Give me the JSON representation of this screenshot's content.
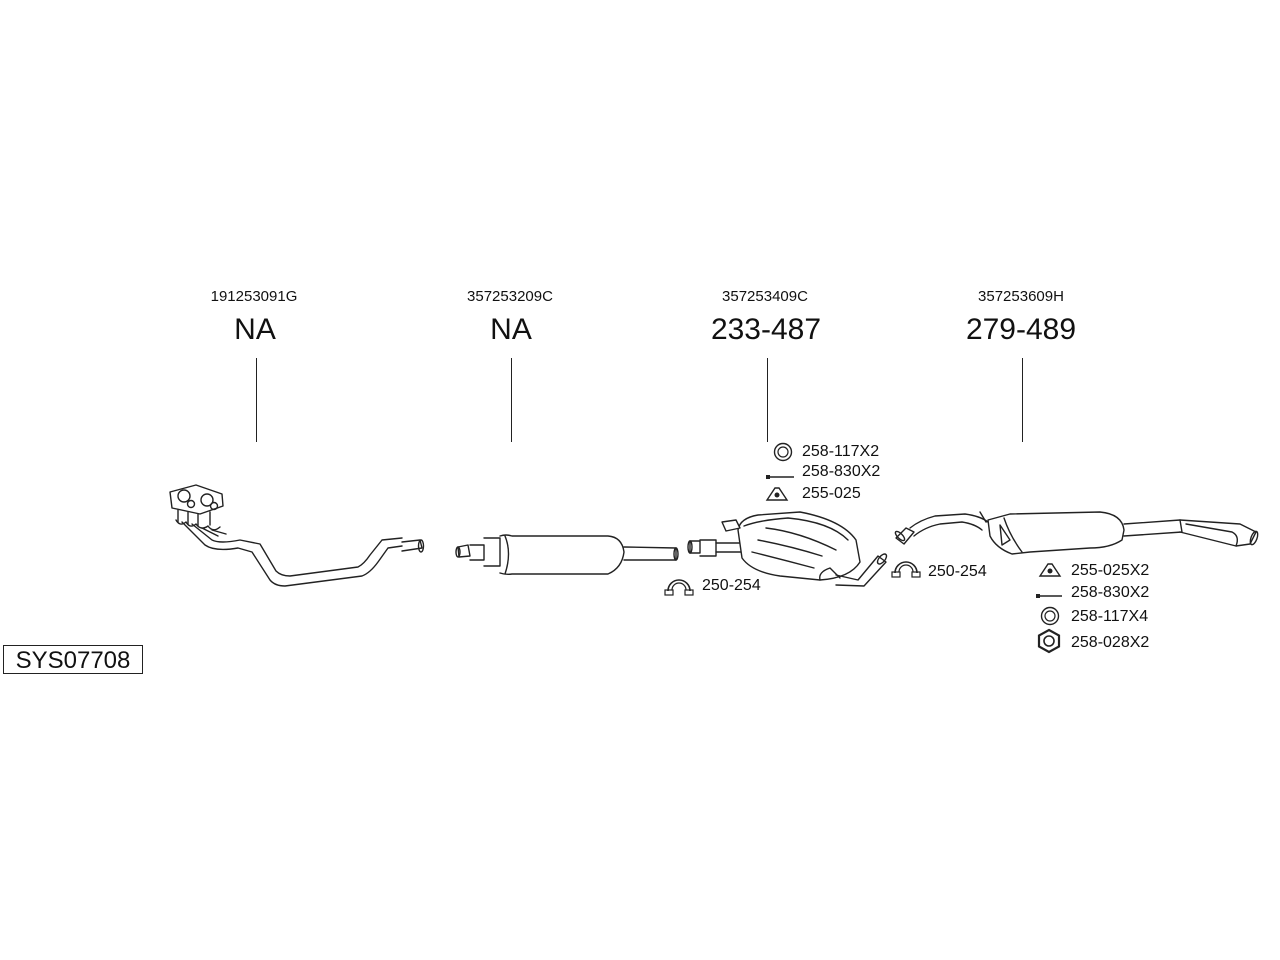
{
  "diagram": {
    "system_code": "SYS07708",
    "sections": [
      {
        "oe_number": "191253091G",
        "part_number": "NA"
      },
      {
        "oe_number": "357253209C",
        "part_number": "NA"
      },
      {
        "oe_number": "357253409C",
        "part_number": "233-487"
      },
      {
        "oe_number": "357253609H",
        "part_number": "279-489"
      }
    ],
    "fittings": {
      "front_muffler_kit": [
        "258-117X2",
        "258-830X2",
        "255-025"
      ],
      "clamp_front": "250-254",
      "clamp_rear": "250-254",
      "rear_muffler_kit": [
        "255-025X2",
        "258-830X2",
        "258-117X4",
        "258-028X2"
      ]
    }
  }
}
